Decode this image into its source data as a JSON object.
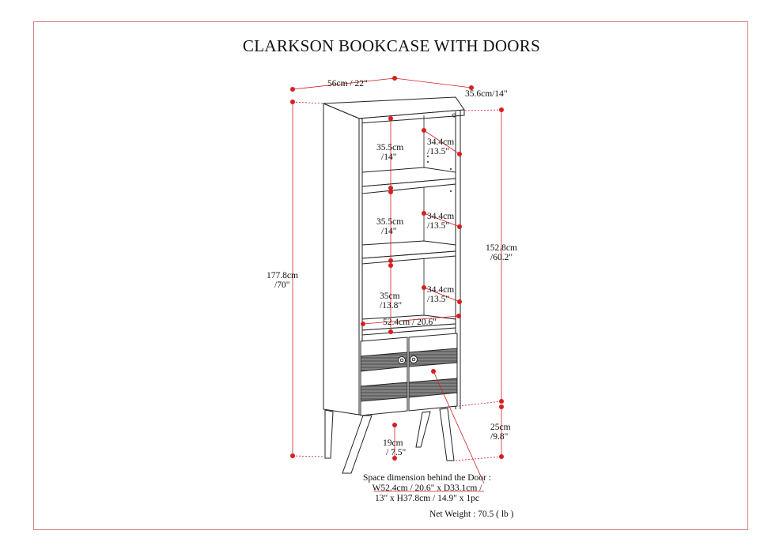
{
  "title": "CLARKSON BOOKCASE WITH DOORS",
  "dimensions": {
    "width_top": "56cm / 22\"",
    "depth_top": "35.6cm/14\"",
    "total_height": {
      "line1": "177.8cm",
      "line2": "/70\""
    },
    "body_height": {
      "line1": "152.8cm",
      "line2": "/60.2\""
    },
    "shelf1_height": {
      "line1": "35.5cm",
      "line2": "/14\""
    },
    "shelf1_depth": {
      "line1": "34.4cm",
      "line2": "/13.5\""
    },
    "shelf2_height": {
      "line1": "35.5cm",
      "line2": "/14\""
    },
    "shelf2_depth": {
      "line1": "34.4cm",
      "line2": "/13.5\""
    },
    "shelf3_height": {
      "line1": "35cm",
      "line2": "/13.8\""
    },
    "shelf3_depth": {
      "line1": "34.4cm",
      "line2": "/13.5\""
    },
    "inner_width": "52.4cm / 20.6\"",
    "leg_height": {
      "line1": "25cm",
      "line2": "/9.8\""
    },
    "leg_clearance": {
      "line1": "19cm",
      "line2": "/ 7.5\""
    }
  },
  "space_note": {
    "line1": "Space dimension behind the Door :",
    "line2": "W52.4cm / 20.6\" x D33.1cm /",
    "line3": "13\" x H37.8cm / 14.9\" x 1pc"
  },
  "net_weight": "Net Weight : 70.5 ( lb )",
  "colors": {
    "frame": "#d98080",
    "dimension": "#d42020",
    "line": "#222222"
  }
}
